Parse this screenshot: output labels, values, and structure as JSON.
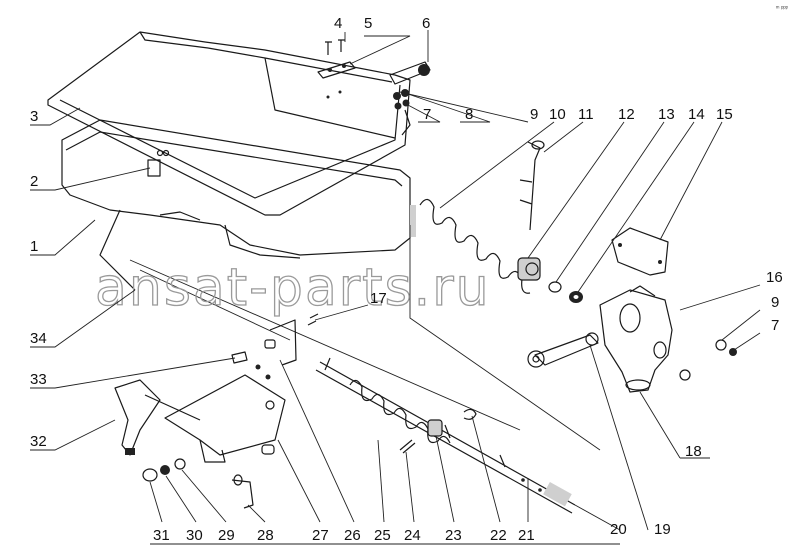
{
  "watermark": "ansat-parts.ru",
  "corner_mark": "ᵐ ᵖᵖᵖ",
  "callouts": [
    {
      "label": "1"
    },
    {
      "label": "2"
    },
    {
      "label": "3"
    },
    {
      "label": "4"
    },
    {
      "label": "5"
    },
    {
      "label": "6"
    },
    {
      "label": "7"
    },
    {
      "label": "8"
    },
    {
      "label": "9"
    },
    {
      "label": "10"
    },
    {
      "label": "11"
    },
    {
      "label": "12"
    },
    {
      "label": "13"
    },
    {
      "label": "14"
    },
    {
      "label": "15"
    },
    {
      "label": "16"
    },
    {
      "label": "9"
    },
    {
      "label": "7"
    },
    {
      "label": "17"
    },
    {
      "label": "18"
    },
    {
      "label": "19"
    },
    {
      "label": "20"
    },
    {
      "label": "21"
    },
    {
      "label": "22"
    },
    {
      "label": "23"
    },
    {
      "label": "24"
    },
    {
      "label": "25"
    },
    {
      "label": "26"
    },
    {
      "label": "27"
    },
    {
      "label": "28"
    },
    {
      "label": "29"
    },
    {
      "label": "30"
    },
    {
      "label": "31"
    },
    {
      "label": "32"
    },
    {
      "label": "33"
    },
    {
      "label": "34"
    }
  ]
}
